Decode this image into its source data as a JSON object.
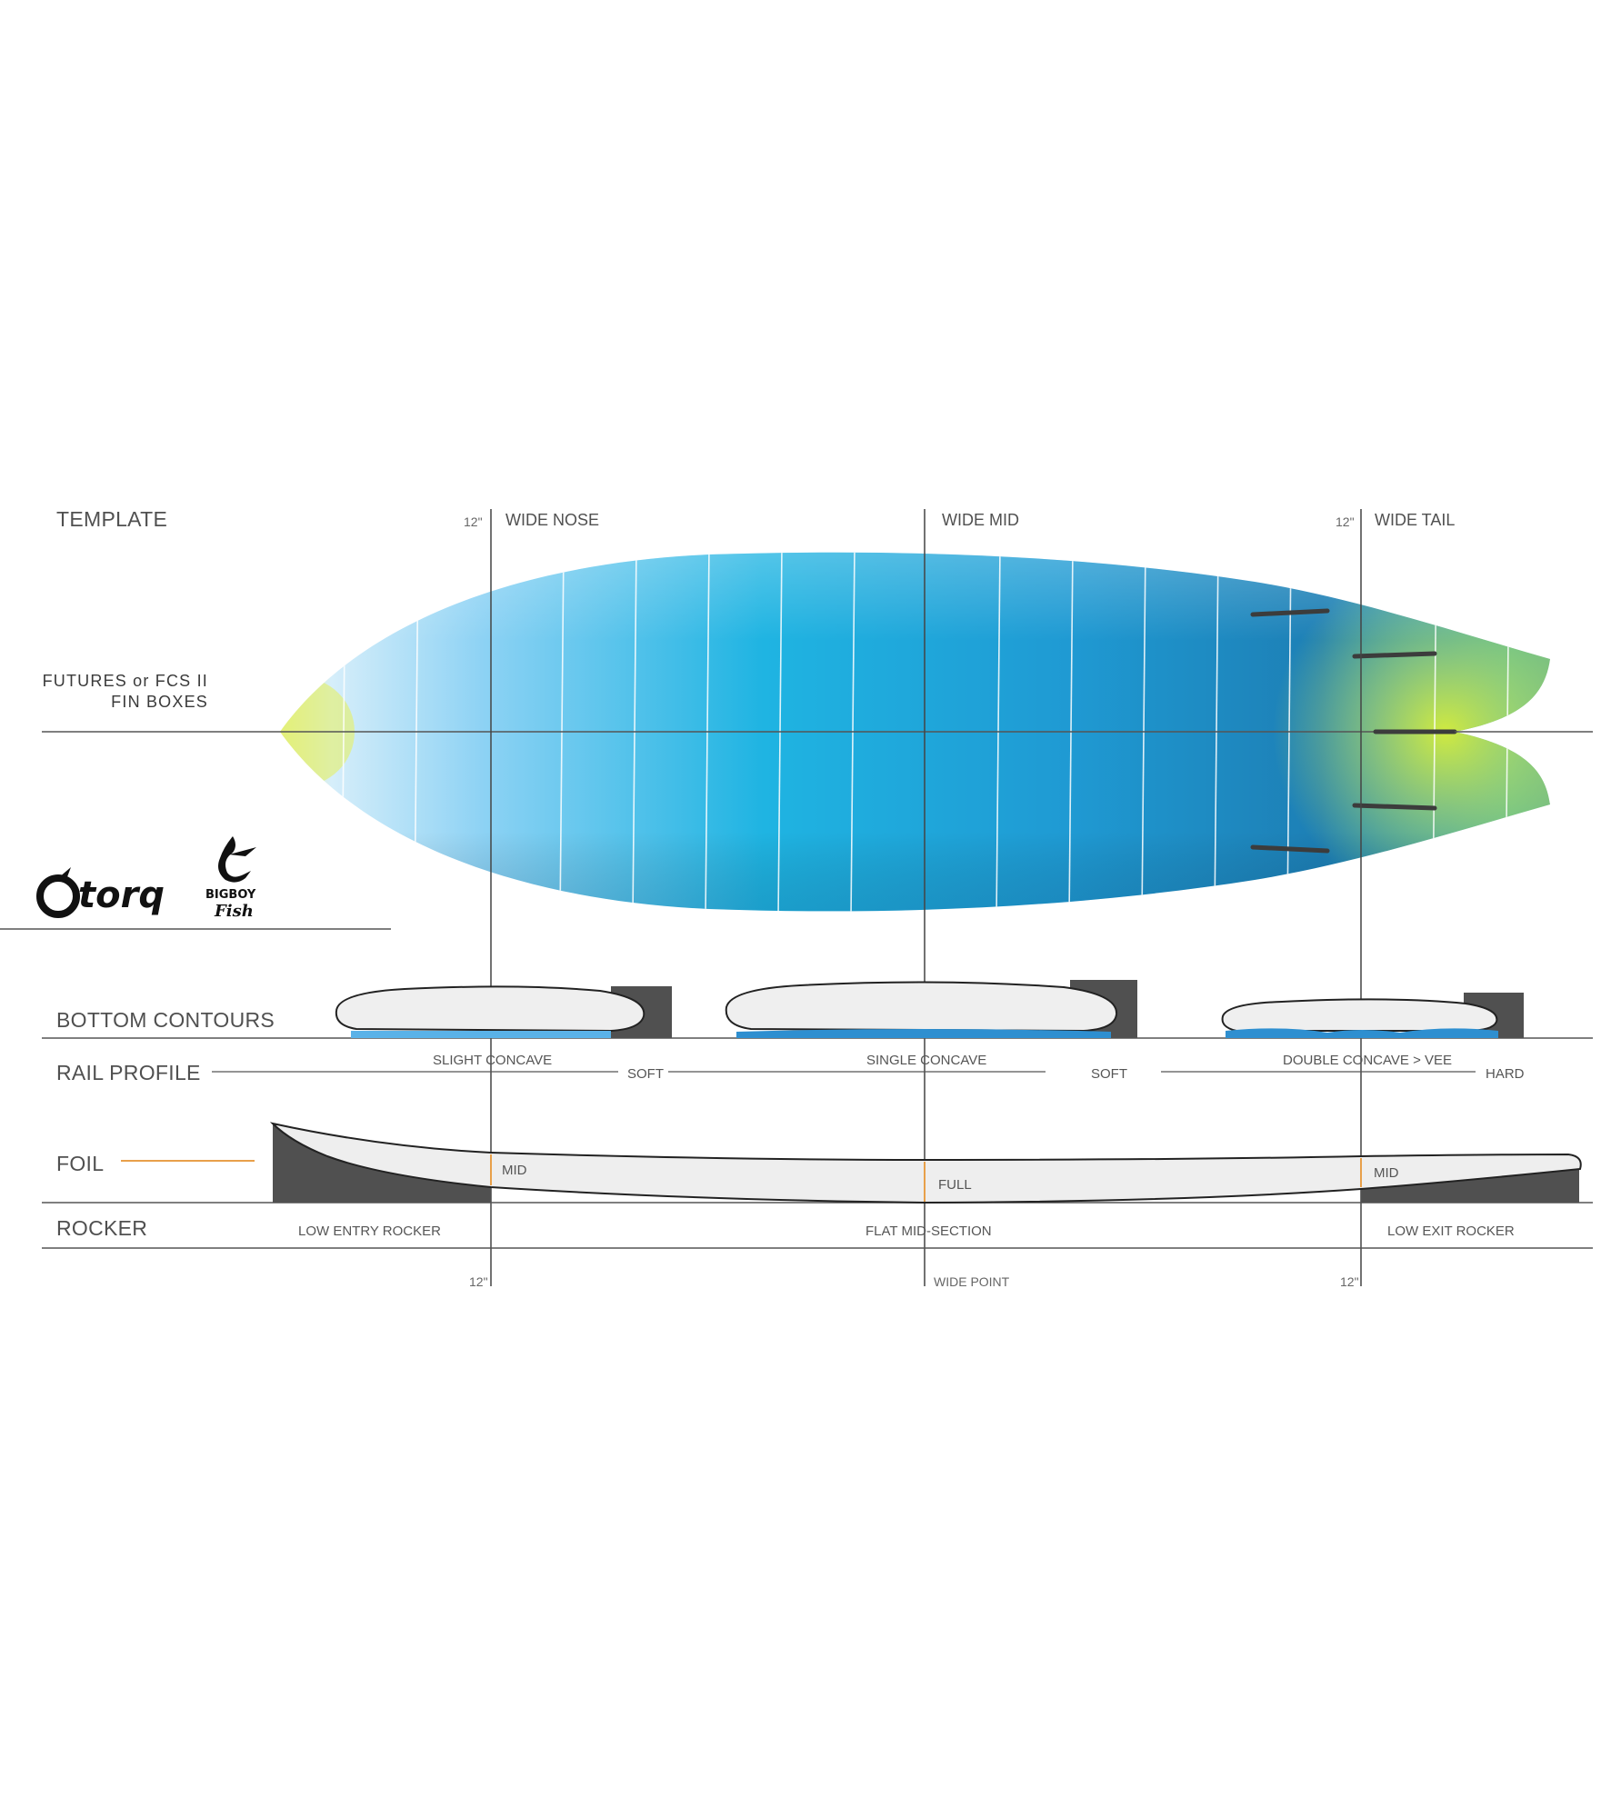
{
  "sections": {
    "template": "TEMPLATE",
    "fin_boxes_line1": "FUTURES or FCS II",
    "fin_boxes_line2": "FIN BOXES",
    "bottom_contours": "BOTTOM  CONTOURS",
    "rail_profile": "RAIL PROFILE",
    "foil": "FOIL",
    "rocker": "ROCKER"
  },
  "template_labels": {
    "nose_measure": "12\"",
    "wide_nose": "WIDE NOSE",
    "wide_mid": "WIDE MID",
    "tail_measure": "12\"",
    "wide_tail": "WIDE TAIL"
  },
  "contours": [
    {
      "label": "SLIGHT CONCAVE",
      "rail": "SOFT"
    },
    {
      "label": "SINGLE CONCAVE",
      "rail": "SOFT"
    },
    {
      "label": "DOUBLE CONCAVE > VEE",
      "rail": "HARD"
    }
  ],
  "foil_labels": {
    "nose": "MID",
    "mid": "FULL",
    "tail": "MID"
  },
  "rocker_labels": {
    "entry": "LOW ENTRY ROCKER",
    "mid": "FLAT MID-SECTION",
    "exit": "LOW EXIT ROCKER"
  },
  "bottom_labels": {
    "nose_measure": "12\"",
    "wide_point": "WIDE POINT",
    "tail_measure": "12\""
  },
  "logos": {
    "brand": "torq",
    "sub_line1": "BIGBOY",
    "sub_line2": "Fish"
  },
  "colors": {
    "board_blue": "#1aa6dc",
    "board_dark": "#1c7fb4",
    "board_light": "#cfeaf9",
    "nose_yellow": "#e2f07a",
    "tail_yellow": "#d6ec3c",
    "dark_gray": "#505050",
    "foil_accent": "#e8a04a",
    "contour_blue": "#2e8fd0"
  }
}
